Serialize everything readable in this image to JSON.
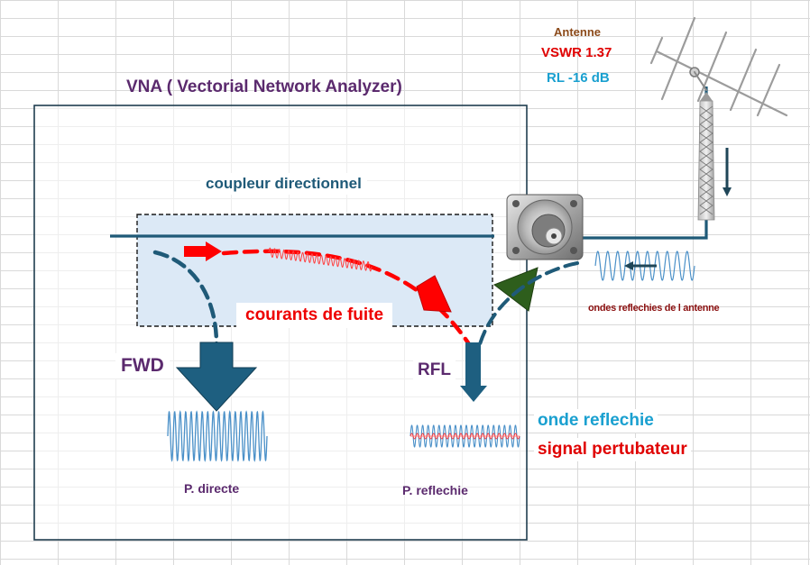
{
  "title": "VNA ( Vectorial Network Analyzer)",
  "coupler_label": "coupleur directionnel",
  "leakage_label": "courants de fuite",
  "fwd_label": "FWD",
  "rfl_label": "RFL",
  "direct_power_label": "P. directe",
  "reflected_power_label": "P. reflechie",
  "reflected_wave_label": "onde reflechie",
  "disturbing_signal_label": "signal pertubateur",
  "antenna_reflected_label": "ondes reflechies de l antenne",
  "antenna": {
    "name": "Antenne",
    "vswr": "VSWR 1.37",
    "rl": "RL  -16 dB"
  },
  "icons": {
    "connector": "n-type-connector-icon",
    "antenna": "yagi-antenna-icon"
  },
  "colors": {
    "title": "#5b2a6e",
    "line": "#1f5a78",
    "fwd_arrow": "#1e5f80",
    "leak": "#ff0000",
    "green_arrow": "#2e5e1c",
    "coupler_fill": "#dce9f6",
    "wave": "#4a90c8",
    "antenna_name": "#8b4a1a",
    "vswr": "#e00000",
    "rl": "#1aa0d0",
    "reflected_wave": "#1aa0d0",
    "dark_red": "#8b1010"
  }
}
